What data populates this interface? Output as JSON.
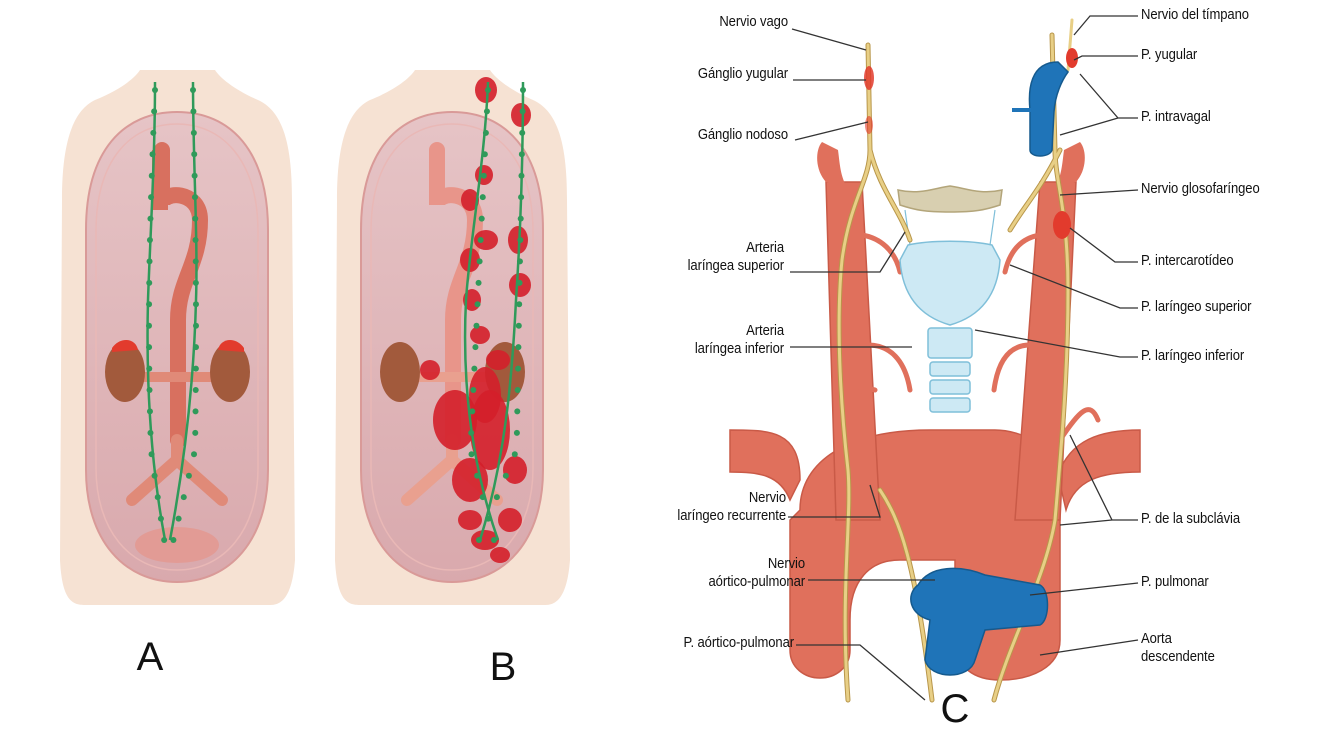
{
  "panels": {
    "a": "A",
    "b": "B",
    "c": "C"
  },
  "labels": {
    "nervio_vago": "Nervio vago",
    "ganglio_yugular": "Gánglio yugular",
    "ganglio_nodoso": "Gánglio nodoso",
    "arteria_laringea_superior_1": "Arteria",
    "arteria_laringea_superior_2": "laríngea superior",
    "arteria_laringea_inferior_1": "Arteria",
    "arteria_laringea_inferior_2": "laríngea inferior",
    "nervio_laringeo_recurrente_1": "Nervio",
    "nervio_laringeo_recurrente_2": "laríngeo recurrente",
    "nervio_aortico_pulmonar_1": "Nervio",
    "nervio_aortico_pulmonar_2": "aórtico-pulmonar",
    "p_aortico_pulmonar": "P. aórtico-pulmonar",
    "nervio_del_timpano": "Nervio del tímpano",
    "p_yugular": "P. yugular",
    "p_intravagal": "P. intravagal",
    "nervio_glosofaringeo": "Nervio glosofaríngeo",
    "p_intercarotideo": "P. intercarotídeo",
    "p_laringeo_superior": "P. laríngeo superior",
    "p_laringeo_inferior": "P. laríngeo inferior",
    "p_de_la_subclavia": "P. de la subclávia",
    "p_pulmonar": "P. pulmonar",
    "aorta_descendente_1": "Aorta",
    "aorta_descendente_2": "descendente"
  },
  "colors": {
    "skin": "#f6e2d3",
    "cavity": "#dcb2b7",
    "artery": "#e0705c",
    "artery_dark": "#c95a47",
    "nerve": "#e8cf86",
    "nerve_outline": "#b8964a",
    "vein": "#1f74b8",
    "cartilage": "#cde9f4",
    "hyoid": "#d8cfb0",
    "chain_green": "#2f9a5a",
    "paraganglioma": "#d41f2a",
    "kidney": "#a25a3c"
  }
}
